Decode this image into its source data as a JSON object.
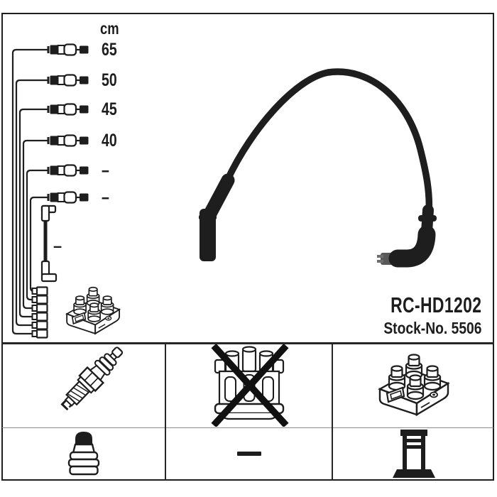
{
  "product": {
    "name": "RC-HD1202",
    "stock_no": "Stock-No. 5506"
  },
  "length_table": {
    "unit": "cm",
    "wires": [
      {
        "length": "65"
      },
      {
        "length": "50"
      },
      {
        "length": "45"
      },
      {
        "length": "40"
      },
      {
        "length": "–"
      },
      {
        "length": "–"
      }
    ],
    "coil_wire_length": "–"
  },
  "left_diagram_icons": [
    "inline-connector",
    "coil-lead-with-boots",
    "terminal-tab-connectors",
    "ignition-coil-pack"
  ],
  "main_image_icon": "ignition-lead-cable",
  "kit_contents_grid": {
    "rows": [
      [
        {
          "icon": "spark-plug"
        },
        {
          "icon": "distributor-cap-crossed-out"
        },
        {
          "icon": "ignition-coil-pack"
        }
      ],
      [
        {
          "icon": "plug-terminal-nut"
        },
        {
          "icon": "dash-no-item",
          "symbol": "–"
        },
        {
          "icon": "coil-tower-terminal"
        }
      ]
    ]
  },
  "colors": {
    "ink": "#1d1d1d",
    "divider_gray": "#8f8f8f",
    "background": "#ffffff",
    "terminal_gray": "#585858"
  }
}
